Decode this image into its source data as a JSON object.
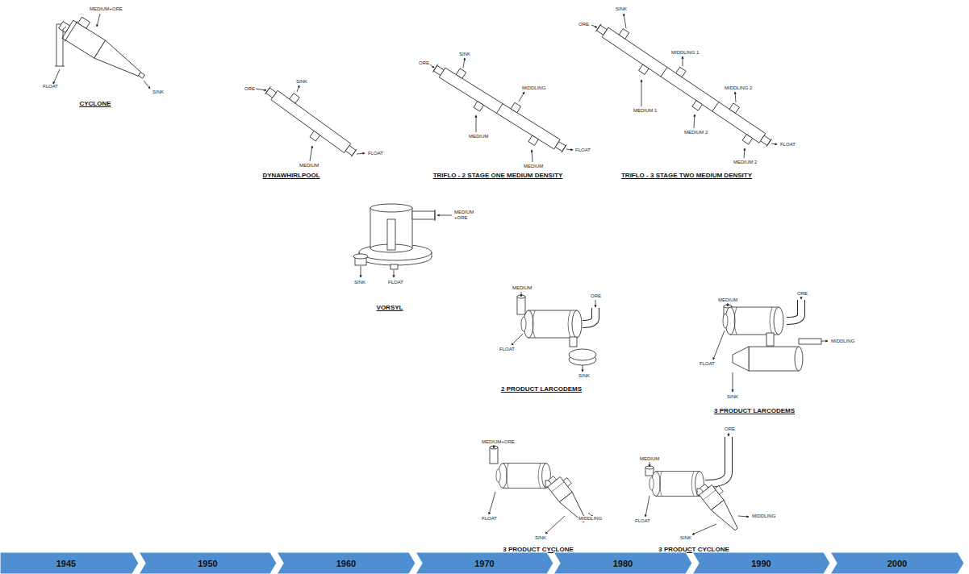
{
  "diagram": {
    "nodes": [
      {
        "text": [
          "1945"
        ]
      },
      {
        "text": [
          "1950"
        ]
      },
      {
        "text": [
          "1960"
        ]
      },
      {
        "text": [
          "1970"
        ]
      },
      {
        "text": [
          "1980"
        ]
      },
      {
        "text": [
          "1990"
        ]
      },
      {
        "text": [
          "2000"
        ]
      }
    ],
    "labels": [
      "MEDIUM+ORE",
      "FLOAT",
      "SINK",
      "CYCLONE",
      "ORE",
      "SINK",
      "MEDIUM",
      "FLOAT",
      "DYNAWHIRLPOOL",
      "ORE",
      "SINK",
      "MIDDLING",
      "MEDIUM",
      "MEDIUM",
      "FLOAT",
      "TRIFLO - 2 STAGE ONE MEDIUM DENSITY",
      "SINK",
      "ORE",
      "MIDDLING 1",
      "MIDDLING 2",
      "MEDIUM 1",
      "MEDIUM 2",
      "MEDIUM 2",
      "FLOAT",
      "TRIFLO - 3 STAGE TWO MEDIUM DENSITY",
      "MEDIUM +ORE",
      "SINK",
      "FLOAT",
      "VORSYL",
      "MEDIUM",
      "ORE",
      "FLOAT",
      "SINK",
      "2 PRODUCT LARCODEMS",
      "MEDIUM",
      "ORE",
      "MIDDLING",
      "FLOAT",
      "SINK",
      "3 PRODUCT LARCODEMS",
      "MEDIUM+ORE",
      "FLOAT",
      "MIDDLING",
      "SINK",
      "3 PRODUCT CYCLONE",
      "ORE",
      "MEDIUM",
      "FLOAT",
      "MIDDLING",
      "SINK",
      "3 PRODUCT CYCLONE"
    ]
  }
}
